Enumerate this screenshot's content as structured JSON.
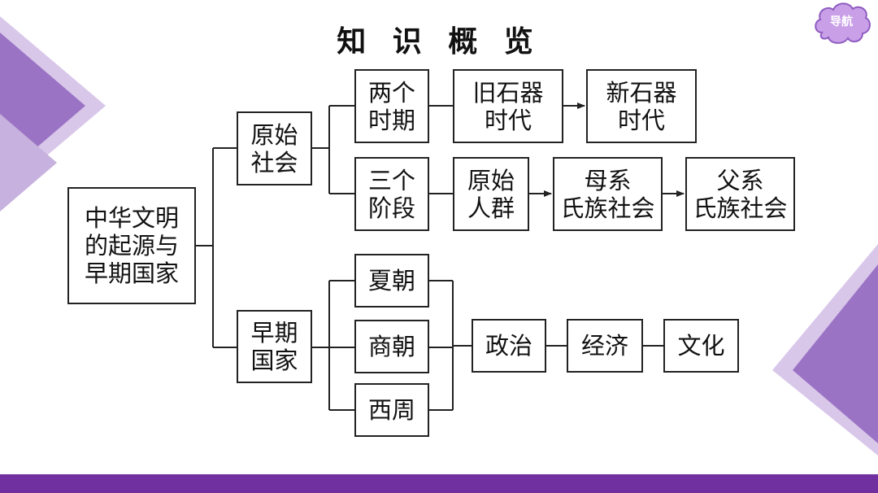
{
  "title": "知 识 概 览",
  "nav_label": "导航",
  "diagram": {
    "root": "中华文明\n的起源与\n早期国家",
    "primitive": "原始\n社会",
    "two_periods": "两个\n时期",
    "old_stone": "旧石器\n时代",
    "new_stone": "新石器\n时代",
    "three_stages": "三个\n阶段",
    "primitive_group": "原始\n人群",
    "matriarchal": "母系\n氏族社会",
    "patriarchal": "父系\n氏族社会",
    "early_state": "早期\n国家",
    "xia": "夏朝",
    "shang": "商朝",
    "western_zhou": "西周",
    "politics": "政治",
    "economy": "经济",
    "culture": "文化"
  },
  "colors": {
    "accent": "#7030a0",
    "light_purple": "#c9b0dd",
    "mid_purple": "#a07cc5",
    "nav": "#c9a0e8"
  }
}
